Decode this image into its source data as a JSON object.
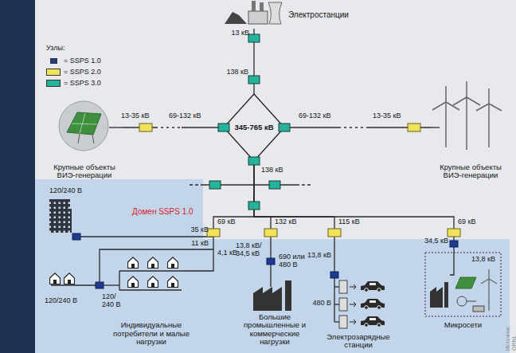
{
  "diagram": {
    "nodes": [
      {
        "text": [
          "Электростанции"
        ]
      },
      {
        "text": [
          "345-765 кВ"
        ]
      },
      {
        "text": [
          "Крупные объекты ВИЭ-генерации"
        ]
      },
      {
        "text": [
          "Крупные объекты ВИЭ-генерации"
        ]
      },
      {
        "text": [
          "Домен SSPS 1.0"
        ]
      },
      {
        "text": [
          "Индивидуальные потребители и малые нагрузки"
        ],
        "in": 4
      },
      {
        "text": [
          "Большие промышленные и коммерческие нагрузки"
        ],
        "in": 4
      },
      {
        "text": [
          "Электрозарядные станции"
        ],
        "in": 4
      },
      {
        "text": [
          "Микросети"
        ],
        "in": 4
      }
    ],
    "edges": [
      {
        "from": 0,
        "to": 1,
        "arrow": "none"
      },
      {
        "from": 2,
        "to": 1,
        "arrow": "none"
      },
      {
        "from": 3,
        "to": 1,
        "arrow": "none"
      },
      {
        "from": 1,
        "to": 5,
        "arrow": "none"
      },
      {
        "from": 1,
        "to": 6,
        "arrow": "none"
      },
      {
        "from": 1,
        "to": 7,
        "arrow": "none"
      },
      {
        "from": 1,
        "to": 8,
        "arrow": "none"
      }
    ],
    "labels": [
      "Узлы:",
      "13 кВ",
      "138 кВ",
      "13-35 кВ",
      "69-132 кВ",
      "69-132 кВ",
      "13-35 кВ",
      "138 кВ",
      "120/240 В",
      "69 кВ",
      "132 кВ",
      "115 кВ",
      "69 кВ",
      "35 кВ",
      "11 кВ",
      "4,1 кВ",
      "13,8 кВ/ 34,5 кВ",
      "690 или 480 В",
      "13,8 кВ",
      "480 В",
      "34,5 кВ",
      "13,8 кВ",
      "120/ 240 В",
      "120/240 В",
      "Источник: ORNL"
    ],
    "legend": [
      {
        "text": "= SSPS 1.0",
        "color": "#1f3a93"
      },
      {
        "text": "= SSPS 2.0",
        "color": "#f0e35b"
      },
      {
        "text": "= SSPS 3.0",
        "color": "#26b39c"
      }
    ]
  }
}
